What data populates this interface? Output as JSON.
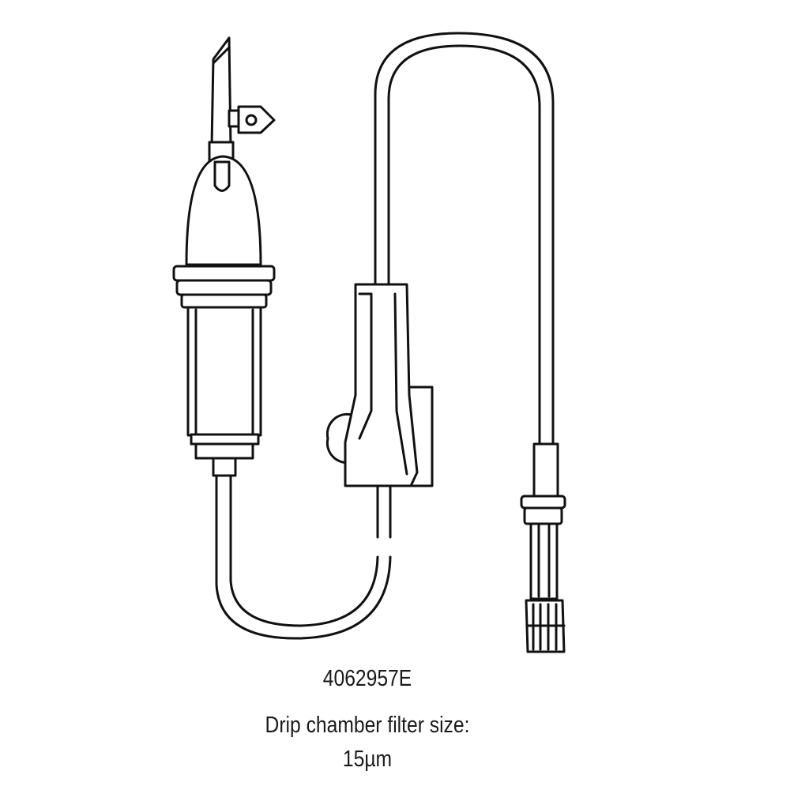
{
  "product_code": "4062957E",
  "description": "Drip chamber filter size:",
  "filter_size": "15µm"
}
